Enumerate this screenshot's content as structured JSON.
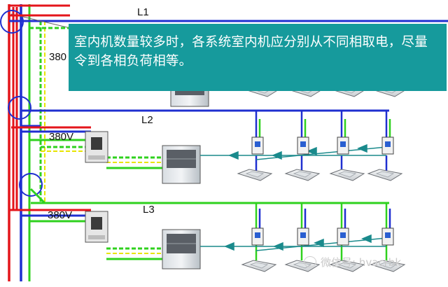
{
  "line_labels": {
    "l1": "L1",
    "l2": "L2",
    "l3": "L3"
  },
  "voltage_labels": {
    "v1": "380",
    "v2": "380V",
    "v3": "380V"
  },
  "note": {
    "text": "室内机数量较多时，各系统室内机应分别从不同相取电，尽量令到各相负荷相等。"
  },
  "watermark": {
    "text": "微信号: hvacrbk"
  },
  "colors": {
    "phase_red": "#e4151b",
    "phase_blue": "#1f2fd0",
    "ground_green": "#2fd11e",
    "note_bg": "#169a9c",
    "arrow_teal": "#1a8a8c"
  }
}
